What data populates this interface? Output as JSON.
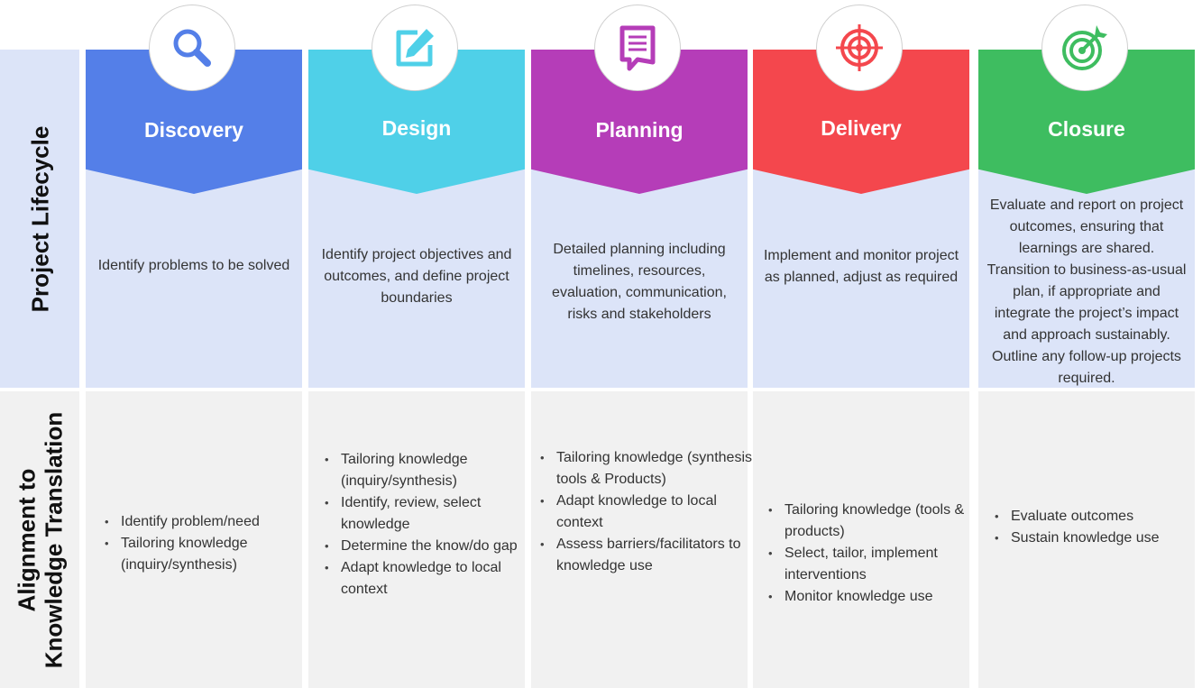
{
  "row_labels": {
    "top": "Project Lifecycle",
    "bottom": "Alignment to\nKnowledge Translation"
  },
  "stages": [
    {
      "title": "Discovery",
      "icon": "magnifier-icon",
      "color": "#547fe8",
      "description": "Identify problems to be solved",
      "knowledge_translation": [
        "Identify problem/need",
        "Tailoring knowledge (inquiry/synthesis)"
      ]
    },
    {
      "title": "Design",
      "icon": "pencil-edit-icon",
      "color": "#4fd0e8",
      "description": "Identify project objectives and outcomes, and define project boundaries",
      "knowledge_translation": [
        "Tailoring knowledge (inquiry/synthesis)",
        "Identify, review, select knowledge",
        "Determine the know/do gap",
        "Adapt knowledge to local context"
      ]
    },
    {
      "title": "Planning",
      "icon": "document-icon",
      "color": "#b53db8",
      "description": "Detailed planning including timelines, resources, evaluation, communication, risks and stakeholders",
      "knowledge_translation": [
        "Tailoring knowledge (synthesis, tools & Products)",
        "Adapt knowledge to local context",
        "Assess barriers/facilitators to knowledge use"
      ]
    },
    {
      "title": "Delivery",
      "icon": "crosshair-target-icon",
      "color": "#f4474d",
      "description": "Implement and monitor project as planned, adjust as required",
      "knowledge_translation": [
        "Tailoring knowledge (tools & products)",
        "Select, tailor, implement interventions",
        "Monitor knowledge use"
      ]
    },
    {
      "title": "Closure",
      "icon": "bullseye-arrow-icon",
      "color": "#3ebd60",
      "description": "Evaluate and report on project outcomes, ensuring that learnings are shared. Transition to business-as-usual plan, if appropriate and integrate the project’s impact and approach sustainably. Outline any follow-up projects required.",
      "knowledge_translation": [
        "Evaluate outcomes",
        "Sustain knowledge use"
      ]
    }
  ]
}
